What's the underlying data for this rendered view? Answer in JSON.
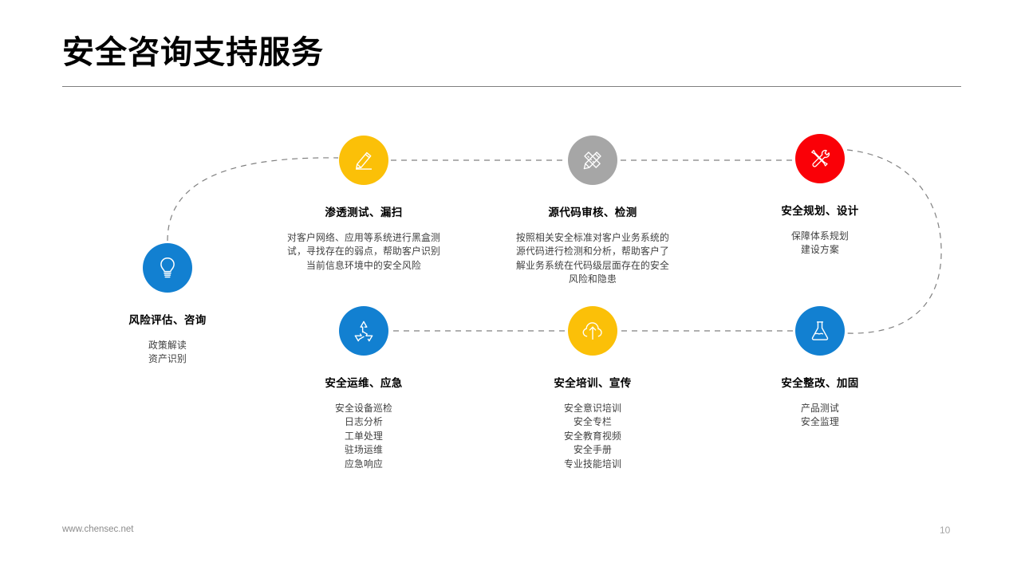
{
  "slide": {
    "title": "安全咨询支持服务",
    "page_number": "10",
    "footer_url": "www.chensec.net"
  },
  "colors": {
    "blue": "#1280D1",
    "yellow": "#FBC008",
    "gray": "#A6A6A6",
    "red": "#FA0007",
    "rule": "#7f7f7f",
    "dash": "#808080",
    "body_text": "#3f3f3f",
    "title_text": "#000000",
    "footer_text": "#8c8c8c"
  },
  "nodes": [
    {
      "id": "risk-assessment",
      "icon": "lightbulb-icon",
      "color": "#1280D1",
      "title": "风险评估、咨询",
      "desc_lines": [],
      "list_lines": [
        "政策解读",
        "资产识别"
      ]
    },
    {
      "id": "penetration-test",
      "icon": "pencil-icon",
      "color": "#FBC008",
      "title": "渗透测试、漏扫",
      "desc_lines": [
        "对客户网络、应用等系统进行黑盒测",
        "试，寻找存在的弱点，帮助客户识别",
        "当前信息环境中的安全风险"
      ],
      "list_lines": []
    },
    {
      "id": "source-code-audit",
      "icon": "pencil-ruler-icon",
      "color": "#A6A6A6",
      "title": "源代码审核、检测",
      "desc_lines": [
        "按照相关安全标准对客户业务系统的",
        "源代码进行检测和分析，帮助客户了",
        "解业务系统在代码级层面存在的安全",
        "风险和隐患"
      ],
      "list_lines": []
    },
    {
      "id": "security-planning",
      "icon": "wrench-screwdriver-icon",
      "color": "#FA0007",
      "title": "安全规划、设计",
      "desc_lines": [],
      "list_lines": [
        "保障体系规划",
        "建设方案"
      ]
    },
    {
      "id": "security-operations",
      "icon": "recycle-icon",
      "color": "#1280D1",
      "title": "安全运维、应急",
      "desc_lines": [],
      "list_lines": [
        "安全设备巡检",
        "日志分析",
        "工单处理",
        "驻场运维",
        "应急响应"
      ]
    },
    {
      "id": "security-training",
      "icon": "cloud-upload-icon",
      "color": "#FBC008",
      "title": "安全培训、宣传",
      "desc_lines": [],
      "list_lines": [
        "安全意识培训",
        "安全专栏",
        "安全教育视频",
        "安全手册",
        "专业技能培训"
      ]
    },
    {
      "id": "security-remediation",
      "icon": "flask-icon",
      "color": "#1280D1",
      "title": "安全整改、加固",
      "desc_lines": [],
      "list_lines": [
        "产品测试",
        "安全监理"
      ]
    }
  ]
}
